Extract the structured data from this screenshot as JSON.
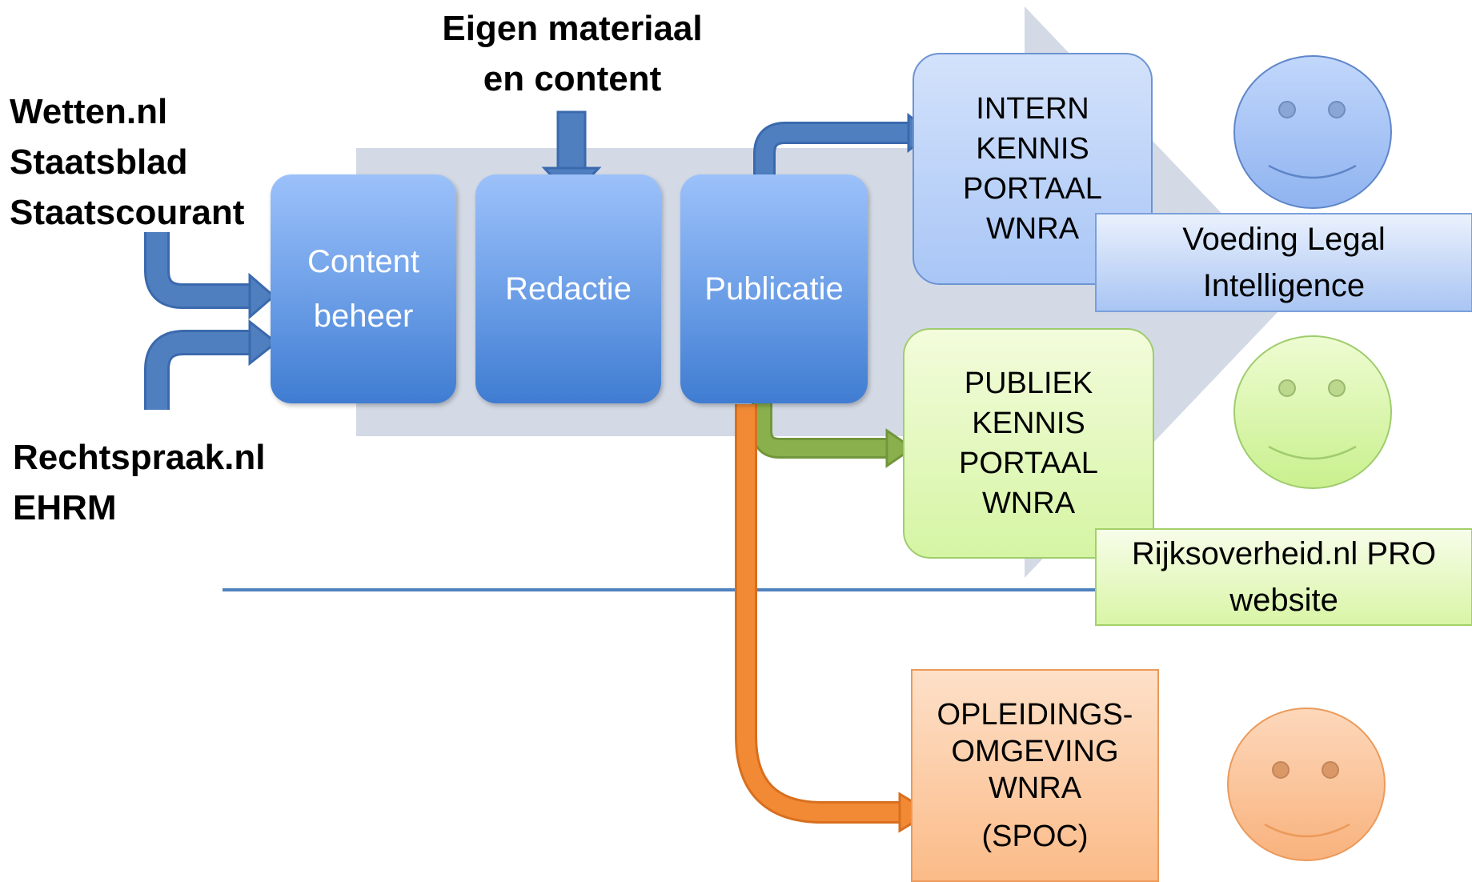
{
  "sources": {
    "official_publications": [
      "Wetten.nl",
      "Staatsblad",
      "Staatscourant"
    ],
    "case_law": [
      "Rechtspraak.nl",
      "EHRM"
    ],
    "own_material": [
      "Eigen materiaal",
      "en content"
    ]
  },
  "process_steps": [
    {
      "label_lines": [
        "Content",
        "beheer"
      ]
    },
    {
      "label_lines": [
        "Redactie"
      ]
    },
    {
      "label_lines": [
        "Publicatie"
      ]
    }
  ],
  "portals": {
    "intern": {
      "lines": [
        "INTERN",
        "KENNIS",
        "PORTAAL",
        "WNRA"
      ]
    },
    "publiek": {
      "lines": [
        "PUBLIEK",
        "KENNIS",
        "PORTAAL",
        "WNRA"
      ]
    },
    "opleiding": {
      "lines": [
        "OPLEIDINGS-",
        "OMGEVING",
        "WNRA",
        "(SPOC)"
      ]
    }
  },
  "outputs": {
    "legal_intelligence": [
      "Voeding Legal",
      "Intelligence"
    ],
    "rijksoverheid": [
      "Rijksoverheid.nl PRO",
      "website"
    ]
  },
  "colors": {
    "process_blue": "#4f86d6",
    "arrow_blue": "#4f7fbf",
    "arrow_green": "#8ab04e",
    "arrow_orange": "#f28a35",
    "big_arrow_gray": "#d3dae6",
    "separator_line": "#4f81bd",
    "smiley_blue": "#a7c4f5",
    "smiley_green": "#d9f6ab",
    "smiley_orange": "#fac49a"
  },
  "smileys": [
    "smiley-face-icon",
    "smiley-face-icon",
    "smiley-face-icon"
  ]
}
